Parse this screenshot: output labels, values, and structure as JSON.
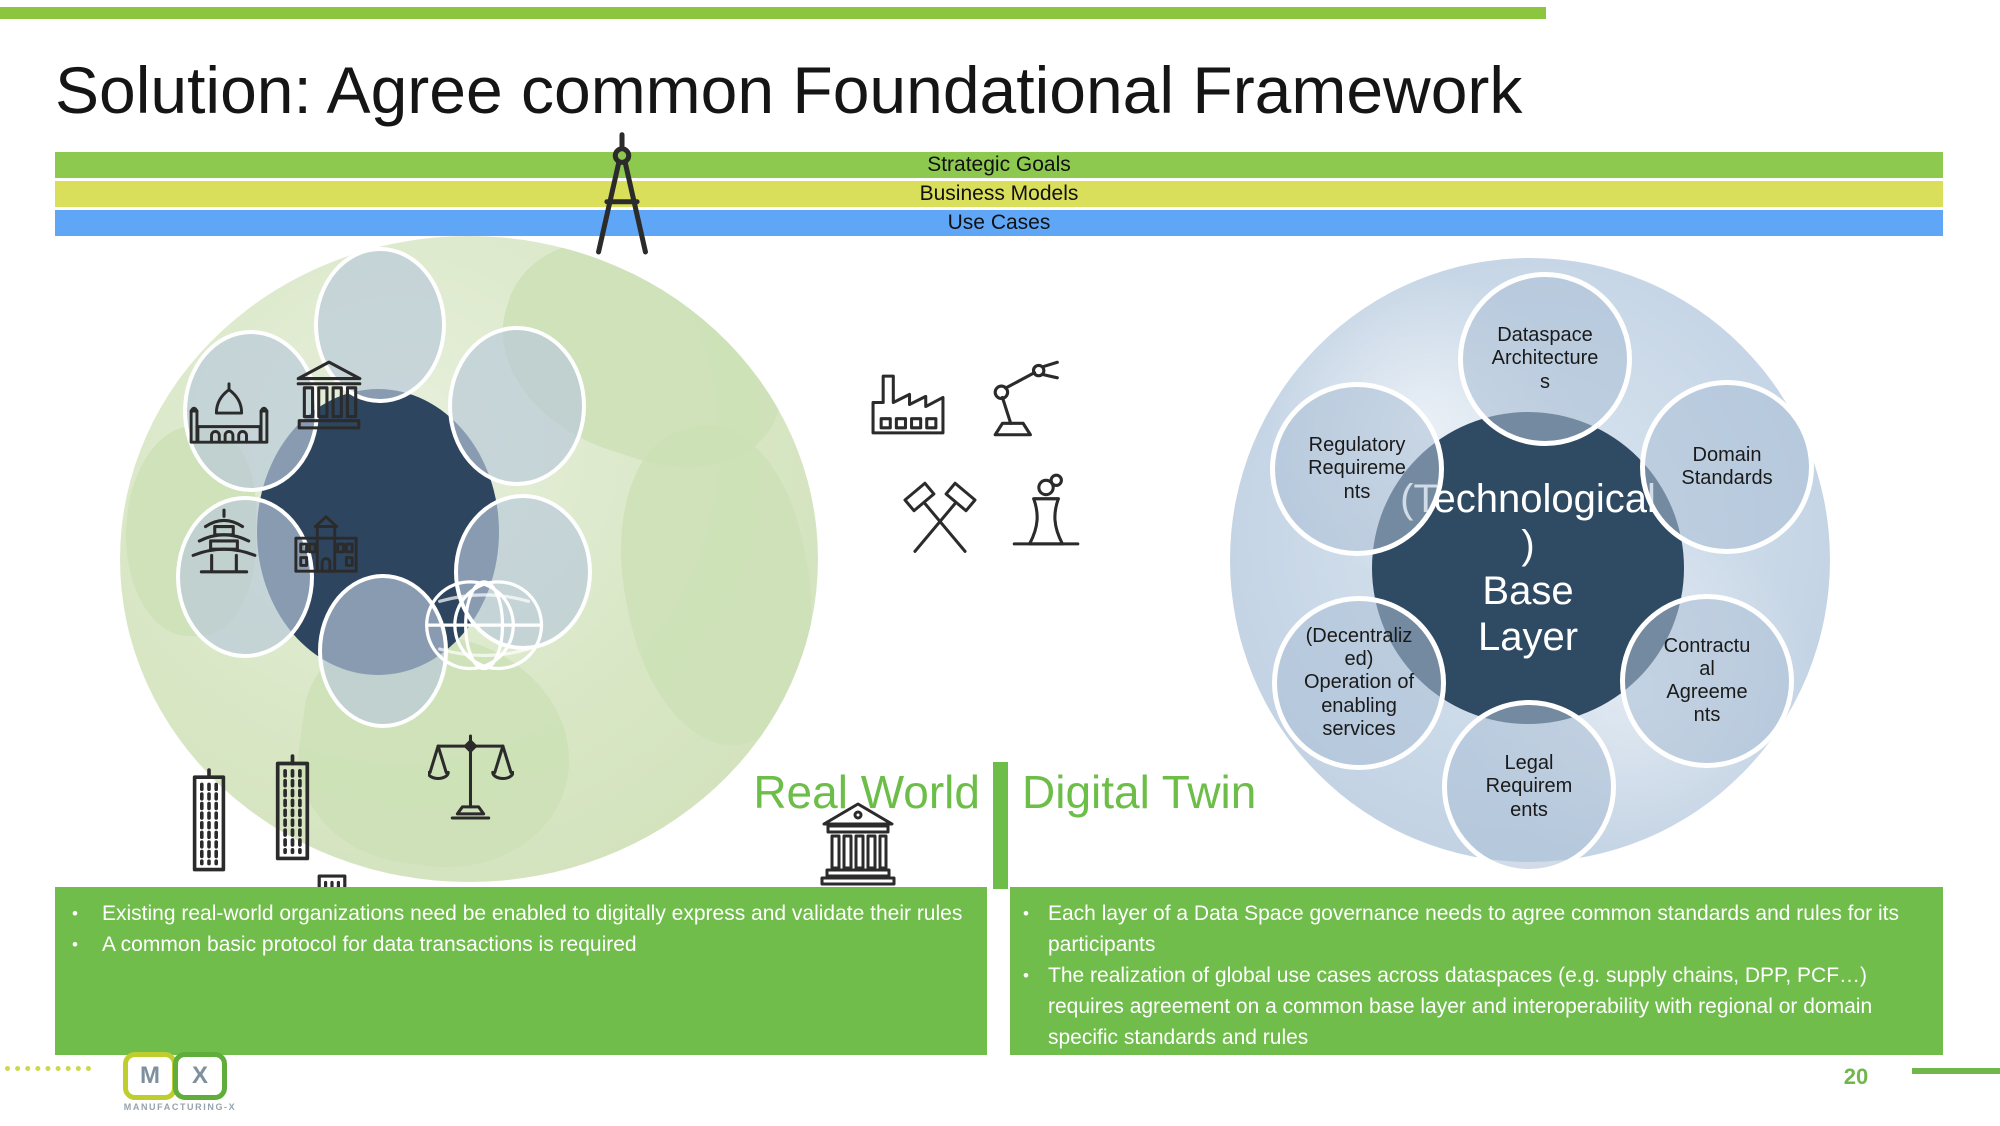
{
  "slide": {
    "title": "Solution: Agree common Foundational Framework"
  },
  "layer_bars": [
    {
      "label": "Strategic Goals"
    },
    {
      "label": "Business Models"
    },
    {
      "label": "Use Cases"
    }
  ],
  "world_split": {
    "left_label": "Real World",
    "right_label": "Digital Twin"
  },
  "right_diagram": {
    "center_label": "(Technological)\nBase\nLayer",
    "satellites": [
      "Dataspace Architectures",
      "Domain Standards",
      "Contractual Agreements",
      "Legal Requirements",
      "(Decentralized) Operation of enabling services",
      "Regulatory Requirements"
    ]
  },
  "left_diagram": {
    "icons": [
      "drafting-compass",
      "taj-mahal",
      "bank",
      "pagoda",
      "school-building",
      "factory",
      "robot-arm",
      "crossed-hammers",
      "power-plant",
      "office-towers",
      "globe-wireframe",
      "courthouse",
      "scales-of-justice"
    ]
  },
  "notes_left": {
    "bullet_marker": "•",
    "bullets": [
      "Existing real-world organizations need be enabled to digitally express and validate their rules",
      "A common basic protocol for data transactions is required"
    ]
  },
  "notes_right": {
    "bullet_marker": "•",
    "bullets": [
      "Each layer of a Data Space governance needs to agree common standards and rules for its participants",
      "The realization of global use cases across dataspaces (e.g. supply chains, DPP, PCF…) requires agreement on a common base layer and interoperability with regional or domain specific standards and rules"
    ]
  },
  "footer": {
    "logo_m": "M",
    "logo_x": "X",
    "logo_caption": "MANUFACTURING-X",
    "page_number": "20"
  },
  "colors": {
    "bar_strategic": "#8DC94F",
    "bar_business": "#D9DF5B",
    "bar_usecases": "#5FA6F6",
    "accent_green": "#6CBE48",
    "box_green": "#70BD4B",
    "navy": "#2F4A63"
  }
}
